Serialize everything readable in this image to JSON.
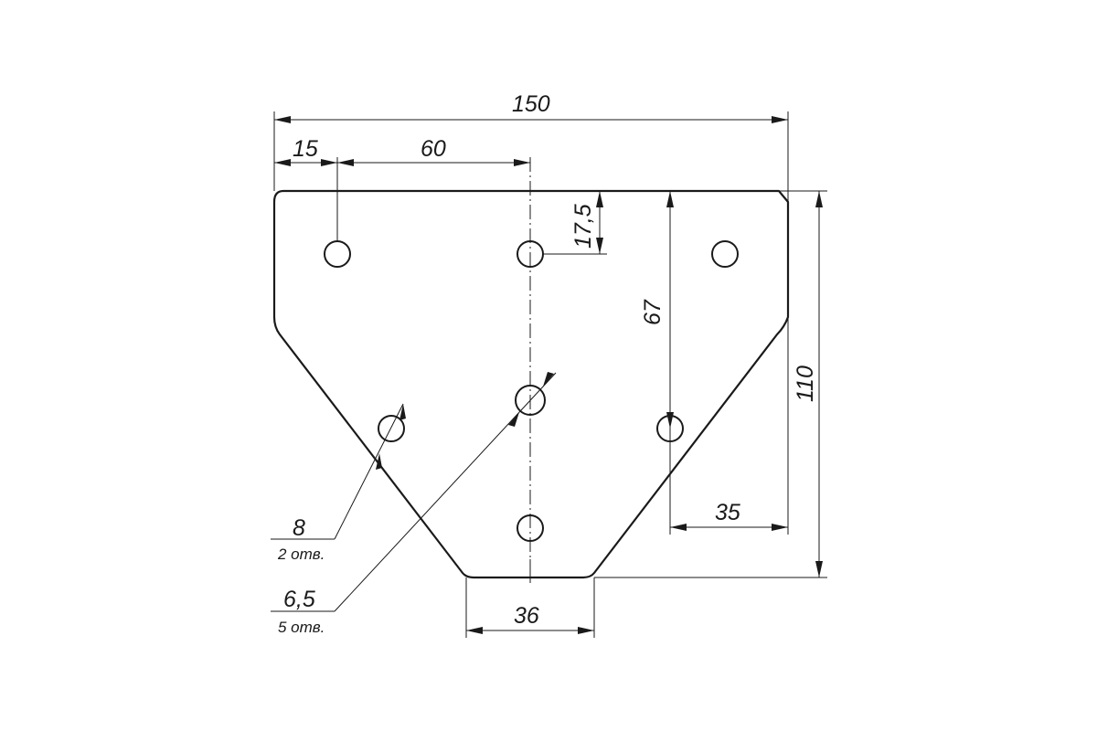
{
  "drawing": {
    "dimensions": {
      "overall_width": "150",
      "left_offset": "15",
      "hole_spacing": "60",
      "top_to_hole": "17,5",
      "vertical_spacing": "67",
      "overall_height": "110",
      "right_offset": "35",
      "bottom_width": "36"
    },
    "callouts": {
      "large_hole_diameter": "8",
      "large_hole_count": "2 отв.",
      "small_hole_diameter": "6,5",
      "small_hole_count": "5 отв."
    }
  }
}
